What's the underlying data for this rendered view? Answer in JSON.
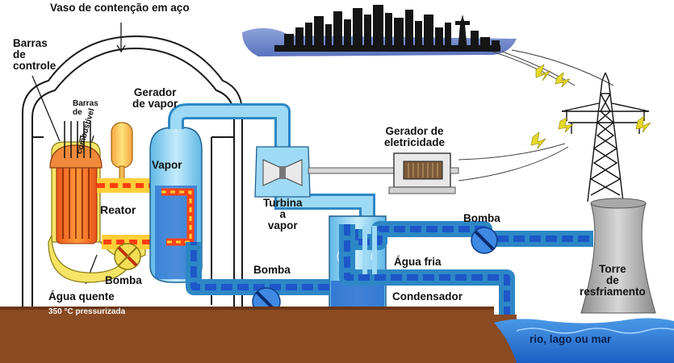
{
  "labels": {
    "containment_vessel": "Vaso de contenção em aço",
    "control_rods": [
      "Barras",
      "de",
      "controle"
    ],
    "fuel_rods": [
      "Barras",
      "de",
      "combustível"
    ],
    "steam_generator": [
      "Gerador",
      "de vapor"
    ],
    "steam": "Vapor",
    "reactor": "Reator",
    "pump_reactor": "Bomba",
    "hot_water": "Água quente",
    "pressurized": "350 °C pressurizada",
    "turbine": [
      "Turbina",
      "a",
      "vapor"
    ],
    "electric_generator": [
      "Gerador de",
      "eletricidade"
    ],
    "pump_middle": "Bomba",
    "pump_right": "Bomba",
    "cold_water": "Água fria",
    "condenser": "Condensador",
    "cooling_tower": [
      "Torre",
      "de",
      "resfriamento"
    ],
    "water_body": "rio, lago ou mar"
  },
  "colors": {
    "sky_band": "#6f86c8",
    "ground": "#8a4a22",
    "water": "#2f7fd8",
    "hot_loop": "#ff5a14",
    "cold_loop": "#1d57c9",
    "steam_pipe": "#8fd0ef",
    "reactor_core": "#ff7a1e",
    "vessel_yellow": "#f5e466"
  }
}
